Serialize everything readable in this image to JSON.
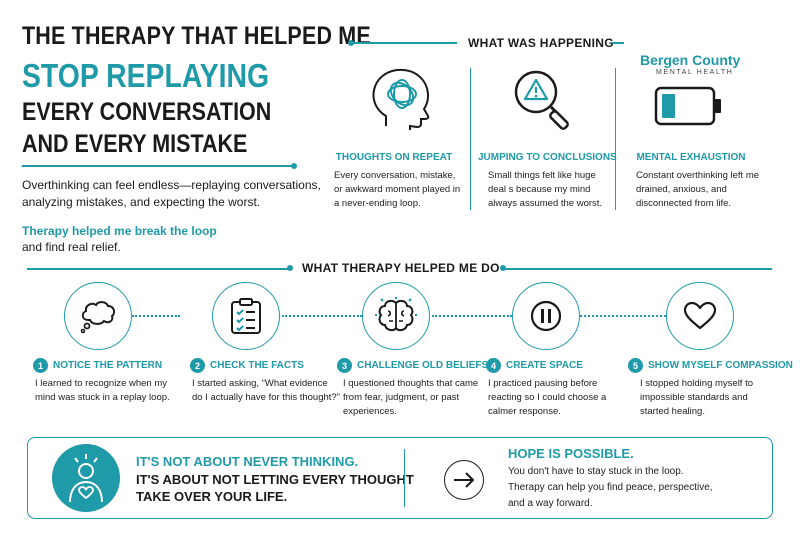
{
  "headline": {
    "line1": "THE THERAPY THAT HELPED ME",
    "line2": "STOP REPLAYING",
    "line3": "EVERY CONVERSATION",
    "line4": "AND EVERY MISTAKE"
  },
  "intro": {
    "text": "Overthinking can feel endless—replaying conversations, analyzing mistakes, and expecting the worst.",
    "highlight": "Therapy helped me break the loop",
    "tail": "and find real relief."
  },
  "brand": {
    "name": "Bergen County",
    "tagline": "MENTAL HEALTH"
  },
  "happening": {
    "title": "WHAT WAS HAPPENING",
    "items": [
      {
        "icon": "head-thoughts-icon",
        "heading": "THOUGHTS ON REPEAT",
        "text": "Every conversation, mistake, or awkward moment played in a never-ending loop."
      },
      {
        "icon": "magnifier-warning-icon",
        "heading": "JUMPING TO CONCLUSIONS",
        "text": "Small things felt like huge deal s because my mind always assumed the worst."
      },
      {
        "icon": "low-battery-icon",
        "heading": "MENTAL EXHAUSTION",
        "text": "Constant overthinking left me drained, anxious, and disconnected from life."
      }
    ]
  },
  "therapy": {
    "title": "WHAT THERAPY HELPED ME DO",
    "steps": [
      {
        "num": "1",
        "icon": "thought-cloud-icon",
        "heading": "NOTICE THE PATTERN",
        "text": "I learned to recognize when my mind was stuck in a replay loop."
      },
      {
        "num": "2",
        "icon": "clipboard-checklist-icon",
        "heading": "CHECK THE FACTS",
        "text": "I started asking, “What evidence do I actually have for this thought?”"
      },
      {
        "num": "3",
        "icon": "brain-icon",
        "heading": "CHALLENGE OLD BELIEFS",
        "text": "I questioned thoughts that came from fear, judgment, or past experiences."
      },
      {
        "num": "4",
        "icon": "pause-icon",
        "heading": "CREATE SPACE",
        "text": "I practiced pausing before reacting so I could choose a calmer response."
      },
      {
        "num": "5",
        "icon": "heart-icon",
        "heading": "SHOW MYSELF COMPASSION",
        "text": "I stopped holding myself to impossible standards and started healing."
      }
    ]
  },
  "bottom": {
    "left_h1": "IT'S NOT ABOUT NEVER THINKING.",
    "left_h2a": "IT'S ABOUT NOT LETTING EVERY THOUGHT",
    "left_h2b": "TAKE OVER YOUR LIFE.",
    "right_h": "HOPE IS POSSIBLE.",
    "right_t1": "You don't have to stay stuck in the loop.",
    "right_t2": "Therapy can help you find peace, perspective,",
    "right_t3": "and a way forward."
  },
  "colors": {
    "accent": "#1f9aa8",
    "text": "#1a1a1a"
  }
}
